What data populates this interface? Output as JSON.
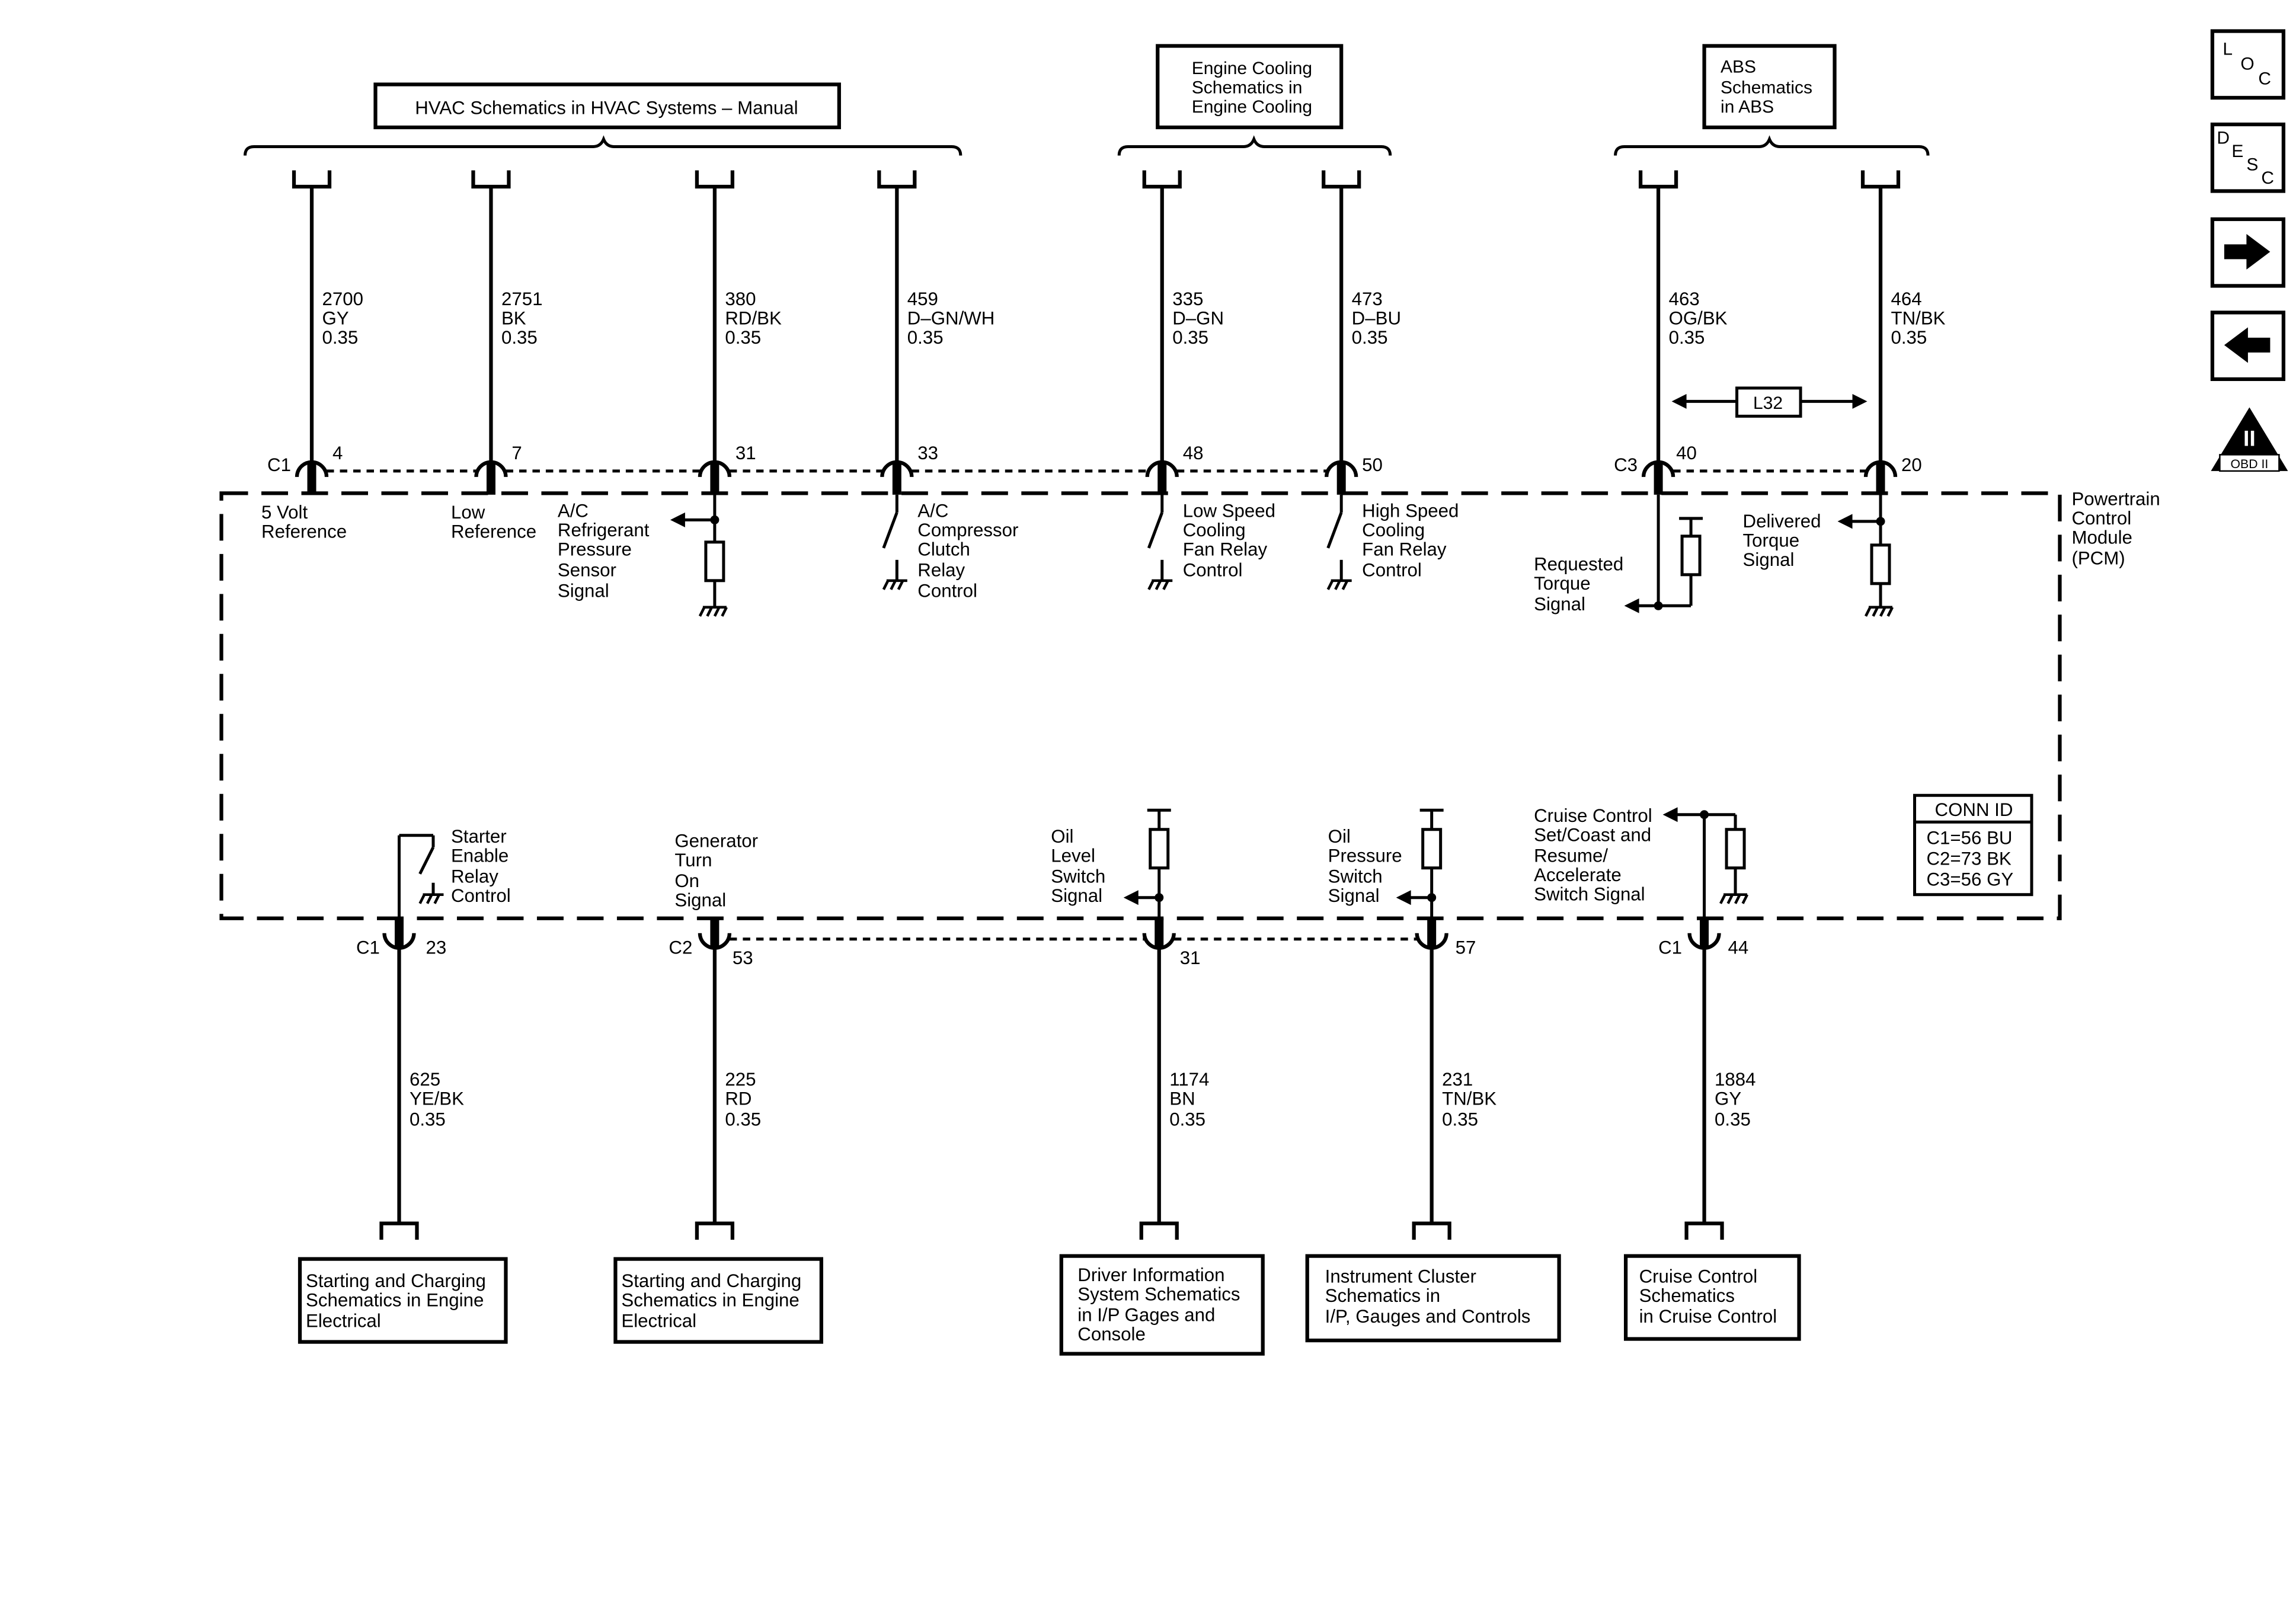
{
  "top_boxes": {
    "hvac": "HVAC Schematics in HVAC Systems – Manual",
    "engine_cooling": [
      "Engine Cooling",
      "Schematics in",
      "Engine Cooling"
    ],
    "abs": [
      "ABS",
      "Schematics",
      "in ABS"
    ]
  },
  "top_wires": [
    {
      "id": "w2700",
      "circuit": "2700",
      "color": "GY",
      "size": "0.35",
      "conn": "C1",
      "pin": "4"
    },
    {
      "id": "w2751",
      "circuit": "2751",
      "color": "BK",
      "size": "0.35",
      "pin": "7"
    },
    {
      "id": "w380",
      "circuit": "380",
      "color": "RD/BK",
      "size": "0.35",
      "pin": "31"
    },
    {
      "id": "w459",
      "circuit": "459",
      "color": "D–GN/WH",
      "size": "0.35",
      "pin": "33"
    },
    {
      "id": "w335",
      "circuit": "335",
      "color": "D–GN",
      "size": "0.35",
      "pin": "48"
    },
    {
      "id": "w473",
      "circuit": "473",
      "color": "D–BU",
      "size": "0.35",
      "pin": "50"
    },
    {
      "id": "w463",
      "circuit": "463",
      "color": "OG/BK",
      "size": "0.35",
      "conn": "C3",
      "pin": "40"
    },
    {
      "id": "w464",
      "circuit": "464",
      "color": "TN/BK",
      "size": "0.35",
      "pin": "20"
    }
  ],
  "top_labels": {
    "five_volt": [
      "5 Volt",
      "Reference"
    ],
    "low_ref": [
      "Low",
      "Reference"
    ],
    "ac_pressure": [
      "A/C",
      "Refrigerant",
      "Pressure",
      "Sensor",
      "Signal"
    ],
    "ac_clutch": [
      "A/C",
      "Compressor",
      "Clutch",
      "Relay",
      "Control"
    ],
    "low_fan": [
      "Low Speed",
      "Cooling",
      "Fan Relay",
      "Control"
    ],
    "high_fan": [
      "High Speed",
      "Cooling",
      "Fan Relay",
      "Control"
    ],
    "requested_torque": [
      "Requested",
      "Torque",
      "Signal"
    ],
    "delivered_torque": [
      "Delivered",
      "Torque",
      "Signal"
    ]
  },
  "option_label": "L32",
  "module_name": [
    "Powertrain",
    "Control",
    "Module",
    "(PCM)"
  ],
  "conn_id": {
    "title": "CONN ID",
    "lines": [
      "C1=56 BU",
      "C2=73 BK",
      "C3=56 GY"
    ]
  },
  "bottom_labels": {
    "starter": [
      "Starter",
      "Enable",
      "Relay",
      "Control"
    ],
    "generator": [
      "Generator",
      "Turn",
      "On",
      "Signal"
    ],
    "oil_level": [
      "Oil",
      "Level",
      "Switch",
      "Signal"
    ],
    "oil_pressure": [
      "Oil",
      "Pressure",
      "Switch",
      "Signal"
    ],
    "cruise": [
      "Cruise Control",
      "Set/Coast and",
      "Resume/",
      "Accelerate",
      "Switch Signal"
    ]
  },
  "bottom_wires": [
    {
      "id": "w625",
      "circuit": "625",
      "color": "YE/BK",
      "size": "0.35",
      "conn": "C1",
      "pin": "23"
    },
    {
      "id": "w225",
      "circuit": "225",
      "color": "RD",
      "size": "0.35",
      "conn": "C2",
      "pin": "53"
    },
    {
      "id": "w1174",
      "circuit": "1174",
      "color": "BN",
      "size": "0.35",
      "pin": "31"
    },
    {
      "id": "w231",
      "circuit": "231",
      "color": "TN/BK",
      "size": "0.35",
      "pin": "57"
    },
    {
      "id": "w1884",
      "circuit": "1884",
      "color": "GY",
      "size": "0.35",
      "conn": "C1",
      "pin": "44"
    }
  ],
  "bottom_boxes": {
    "starting1": [
      "Starting and Charging",
      "Schematics in Engine",
      "Electrical"
    ],
    "starting2": [
      "Starting and Charging",
      "Schematics in Engine",
      "Electrical"
    ],
    "driver_info": [
      "Driver Information",
      "System Schematics",
      "in I/P Gages and",
      "Console"
    ],
    "cluster": [
      "Instrument Cluster",
      "Schematics in",
      "I/P, Gauges and Controls"
    ],
    "cruise": [
      "Cruise Control",
      "Schematics",
      "in Cruise Control"
    ]
  },
  "nav": {
    "loc": [
      "L",
      "O",
      "C"
    ],
    "desc": [
      "D",
      "E",
      "S",
      "C"
    ],
    "forward_icon": "right-arrow-icon",
    "back_icon": "left-arrow-icon",
    "obd": {
      "symbol": "II",
      "label": "OBD II"
    }
  }
}
